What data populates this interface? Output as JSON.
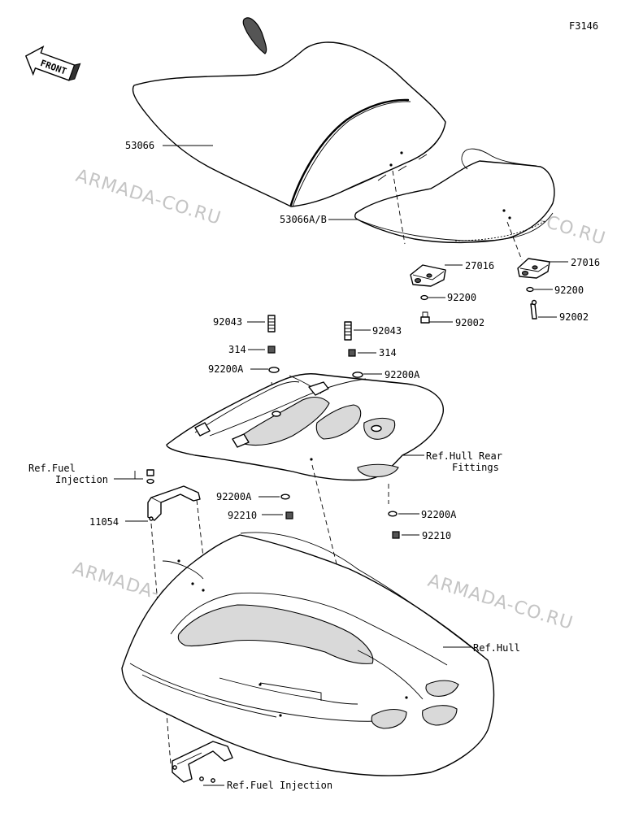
{
  "figure_code": "F3146",
  "front_label": "FRONT",
  "watermark": "ARMADA-CO.RU",
  "parts": {
    "seat_front": "53066",
    "seat_rear": "53066A/B",
    "stopper_left": "27016",
    "stopper_right": "27016",
    "washer_rear_left": "92200",
    "washer_rear_right": "92200",
    "bolt_rear_left": "92002",
    "bolt_rear_right": "92002",
    "stud_left": "92043",
    "stud_right": "92043",
    "nut_left": "314",
    "nut_right": "314",
    "washer_a_left": "92200A",
    "washer_a_right": "92200A",
    "washer_a_lower_left": "92200A",
    "washer_a_lower_right": "92200A",
    "nut_lower_left": "92210",
    "nut_lower_right": "92210",
    "bracket": "11054"
  },
  "refs": {
    "fuel_injection_top_line1": "Ref.Fuel",
    "fuel_injection_top_line2": "Injection",
    "hull_rear_fittings_line1": "Ref.Hull Rear",
    "hull_rear_fittings_line2": "Fittings",
    "hull": "Ref.Hull",
    "fuel_injection_bottom": "Ref.Fuel Injection"
  }
}
